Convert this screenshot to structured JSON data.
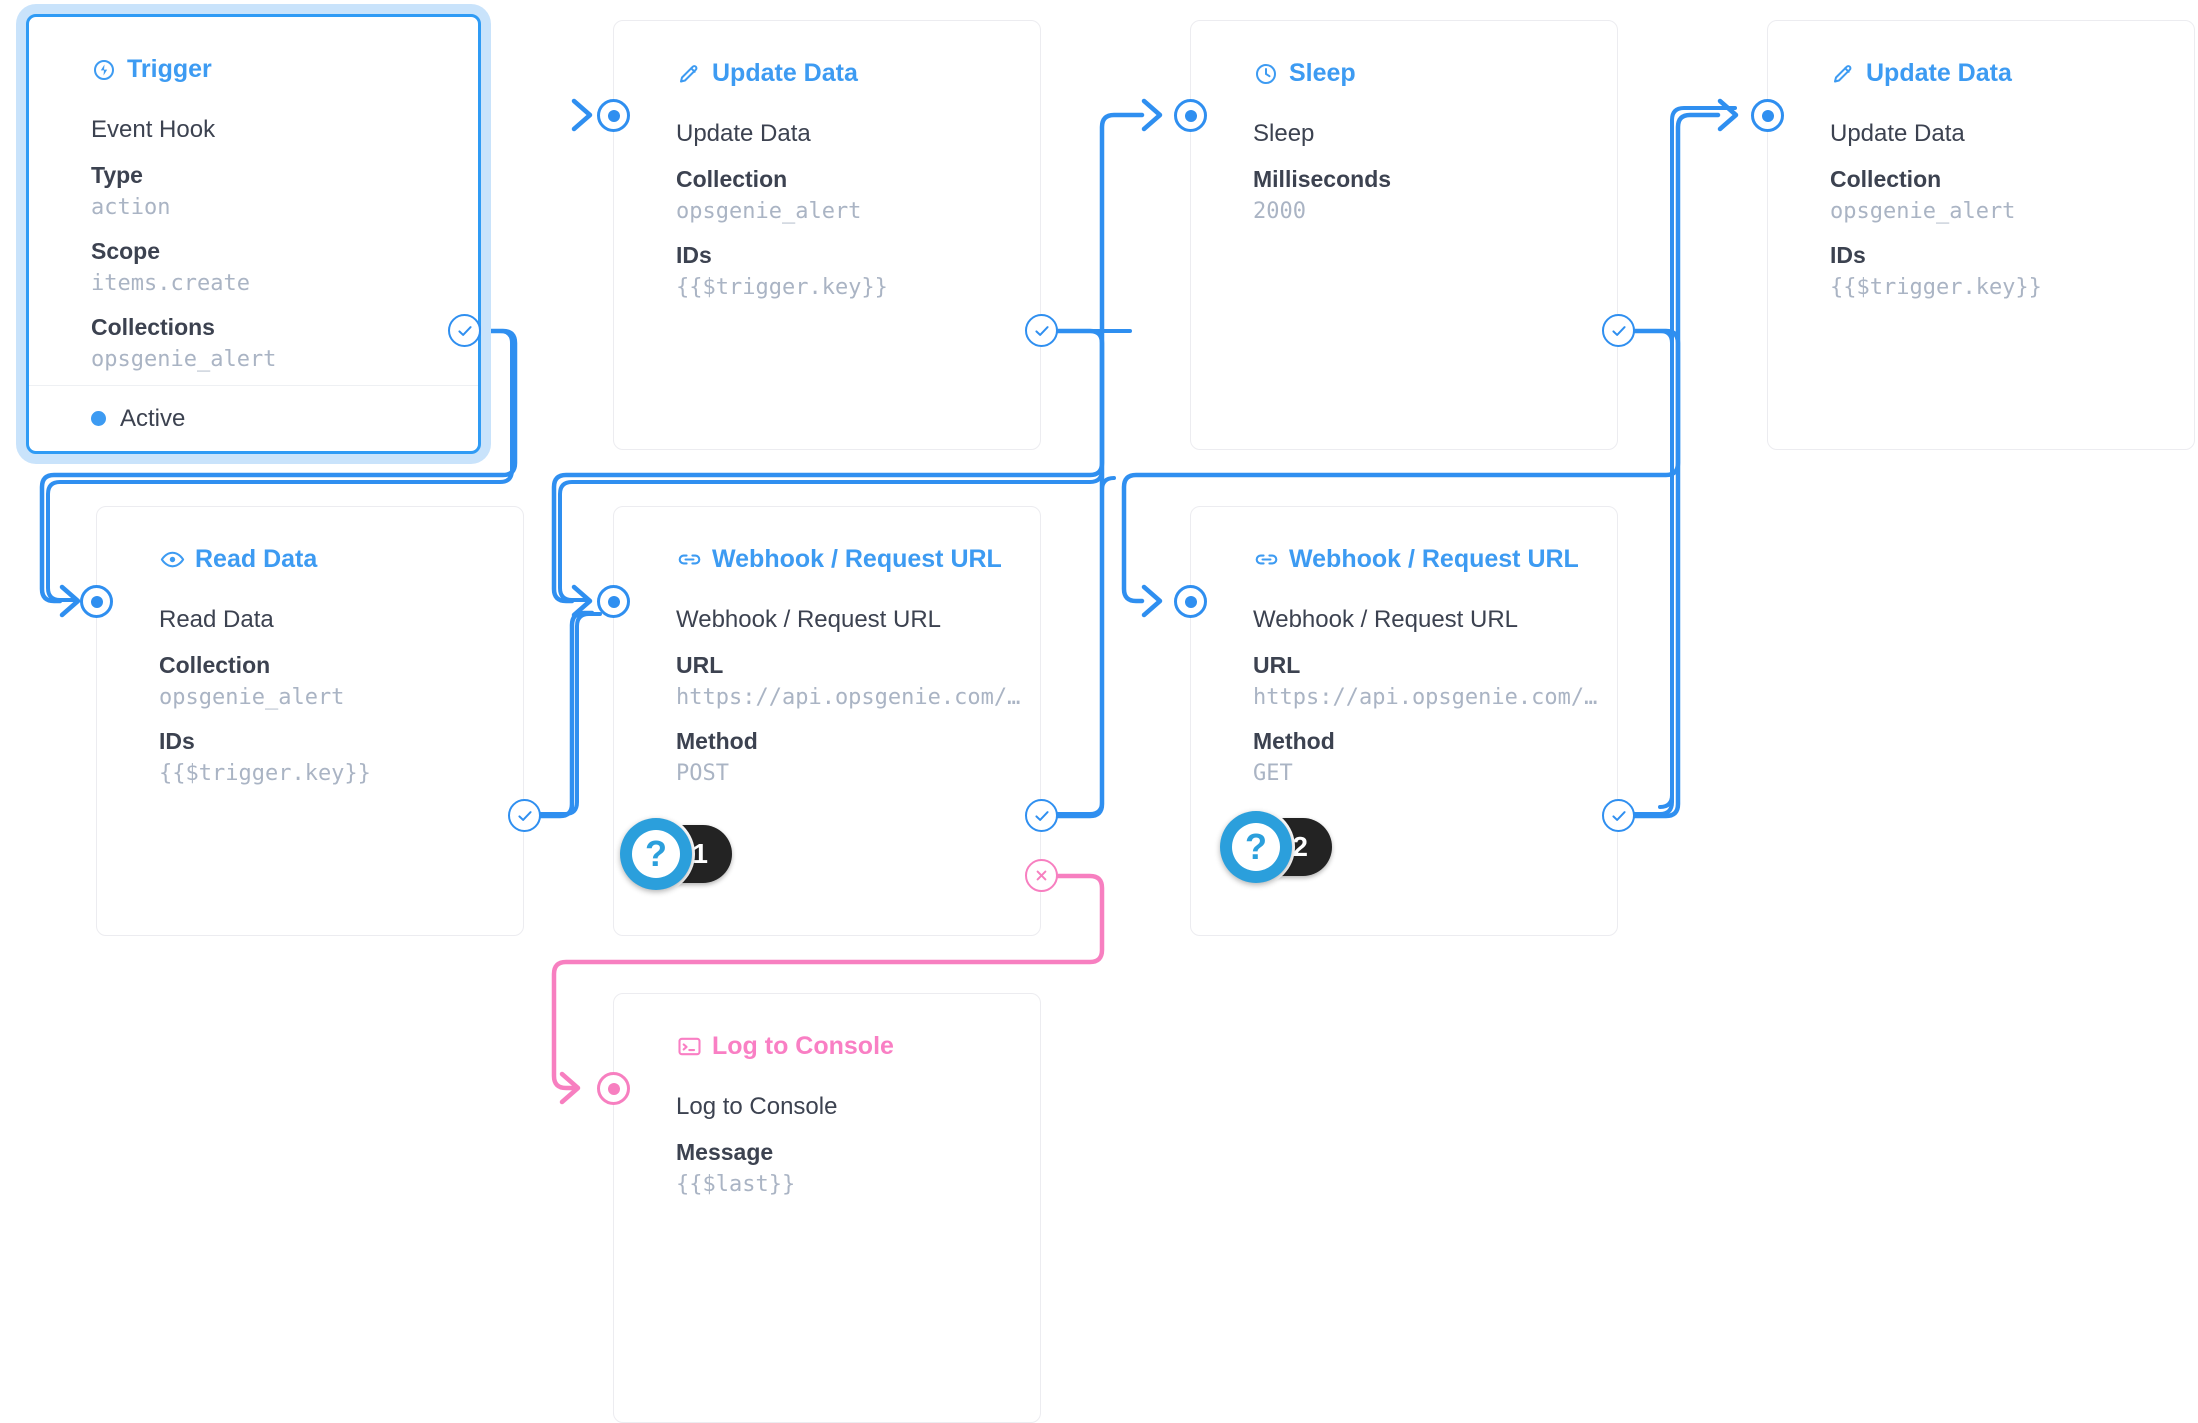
{
  "theme": {
    "accent_blue": "#3d9bf2",
    "accent_pink": "#f97fc4",
    "text_dark": "#3c4250",
    "value_gray": "#aab4c4",
    "card_border": "#ececf0",
    "badge_dark": "#232323",
    "badge_blue": "#2b9fdc"
  },
  "nodes": [
    {
      "id": "trigger",
      "title": "Trigger",
      "icon": "bolt-circle-icon",
      "row_name": "Event Hook",
      "selected": true,
      "color": "blue",
      "fields": [
        {
          "label": "Type",
          "value": "action"
        },
        {
          "label": "Scope",
          "value": "items.create"
        },
        {
          "label": "Collections",
          "value": "opsgenie_alert"
        }
      ],
      "footer": {
        "status": "Active"
      }
    },
    {
      "id": "update-data-1",
      "title": "Update Data",
      "icon": "pencil-icon",
      "row_name": "Update Data",
      "selected": false,
      "color": "blue",
      "fields": [
        {
          "label": "Collection",
          "value": "opsgenie_alert"
        },
        {
          "label": "IDs",
          "value": "{{$trigger.key}}"
        }
      ]
    },
    {
      "id": "sleep",
      "title": "Sleep",
      "icon": "clock-icon",
      "row_name": "Sleep",
      "selected": false,
      "color": "blue",
      "fields": [
        {
          "label": "Milliseconds",
          "value": "2000"
        }
      ]
    },
    {
      "id": "update-data-2",
      "title": "Update Data",
      "icon": "pencil-icon",
      "row_name": "Update Data",
      "selected": false,
      "color": "blue",
      "fields": [
        {
          "label": "Collection",
          "value": "opsgenie_alert"
        },
        {
          "label": "IDs",
          "value": "{{$trigger.key}}"
        }
      ]
    },
    {
      "id": "read-data",
      "title": "Read Data",
      "icon": "eye-icon",
      "row_name": "Read Data",
      "selected": false,
      "color": "blue",
      "fields": [
        {
          "label": "Collection",
          "value": "opsgenie_alert"
        },
        {
          "label": "IDs",
          "value": "{{$trigger.key}}"
        }
      ]
    },
    {
      "id": "webhook-post",
      "title": "Webhook / Request URL",
      "icon": "link-icon",
      "row_name": "Webhook / Request URL",
      "selected": false,
      "color": "blue",
      "fields": [
        {
          "label": "URL",
          "value": "https://api.opsgenie.com/v…"
        },
        {
          "label": "Method",
          "value": "POST"
        }
      ]
    },
    {
      "id": "webhook-get",
      "title": "Webhook / Request URL",
      "icon": "link-icon",
      "row_name": "Webhook / Request URL",
      "selected": false,
      "color": "blue",
      "fields": [
        {
          "label": "URL",
          "value": "https://api.opsgenie.com/v…"
        },
        {
          "label": "Method",
          "value": "GET"
        }
      ]
    },
    {
      "id": "log-to-console",
      "title": "Log to Console",
      "icon": "console-icon",
      "row_name": "Log to Console",
      "selected": false,
      "color": "pink",
      "fields": [
        {
          "label": "Message",
          "value": "{{$last}}"
        }
      ]
    }
  ],
  "badges": [
    {
      "id": "badge-1",
      "symbol": "?",
      "count": "1"
    },
    {
      "id": "badge-2",
      "symbol": "?",
      "count": "2"
    }
  ]
}
